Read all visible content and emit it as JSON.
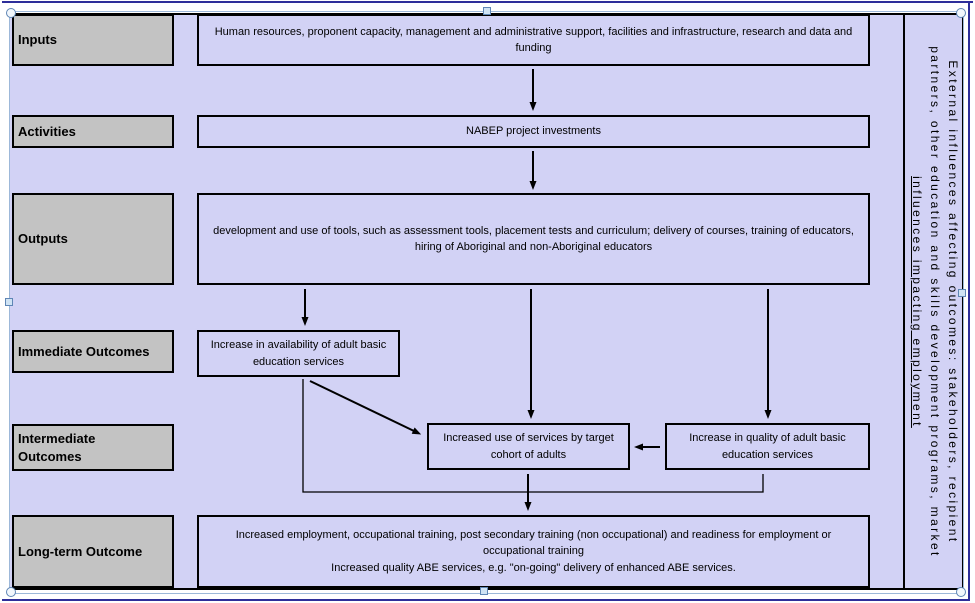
{
  "row_labels": {
    "inputs": "Inputs",
    "activities": "Activities",
    "outputs": "Outputs",
    "immediate": "Immediate Outcomes",
    "intermediate": "Intermediate Outcomes",
    "longterm": "Long-term Outcome"
  },
  "boxes": {
    "inputs": "Human resources, proponent capacity, management and administrative support, facilities and infrastructure, research and data and funding",
    "activities": "NABEP project investments",
    "outputs": "development and use of tools, such as assessment tools, placement tests and curriculum;  delivery of courses, training of educators, hiring of Aboriginal and non-Aboriginal educators",
    "immediate_availability": "Increase in availability of adult basic education services",
    "intermediate_use": "Increased use of services by target cohort of adults",
    "intermediate_quality": "Increase in quality of adult basic education services",
    "longterm_line1": "Increased employment, occupational training, post secondary training (non occupational) and readiness for employment or occupational training",
    "longterm_line2": "Increased quality ABE services, e.g. \"on-going\" delivery of enhanced ABE services."
  },
  "side_panel": {
    "line1": "External influences affecting outcomes: stakeholders, recipient",
    "line2": "partners, other education and skills development programs, market",
    "line3": "influences impacting employment"
  },
  "connections": [
    {
      "from": "inputs",
      "to": "activities",
      "type": "arrow"
    },
    {
      "from": "activities",
      "to": "outputs",
      "type": "arrow"
    },
    {
      "from": "outputs",
      "to": "immediate_availability",
      "type": "arrow"
    },
    {
      "from": "outputs",
      "to": "intermediate_use",
      "type": "arrow"
    },
    {
      "from": "outputs",
      "to": "intermediate_quality",
      "type": "arrow"
    },
    {
      "from": "immediate_availability",
      "to": "intermediate_use",
      "type": "arrow"
    },
    {
      "from": "intermediate_quality",
      "to": "intermediate_use",
      "type": "arrow"
    },
    {
      "from": "immediate_availability",
      "to": "intermediate_quality",
      "type": "line"
    },
    {
      "from": "intermediate_use",
      "to": "longterm",
      "type": "arrow"
    }
  ],
  "colors": {
    "canvas_fill": "#d2d2f5",
    "label_fill": "#c3c3c3",
    "box_border": "#000000",
    "outer_frame": "#2e2e9a",
    "selection_handle": "#cfe3f4"
  }
}
